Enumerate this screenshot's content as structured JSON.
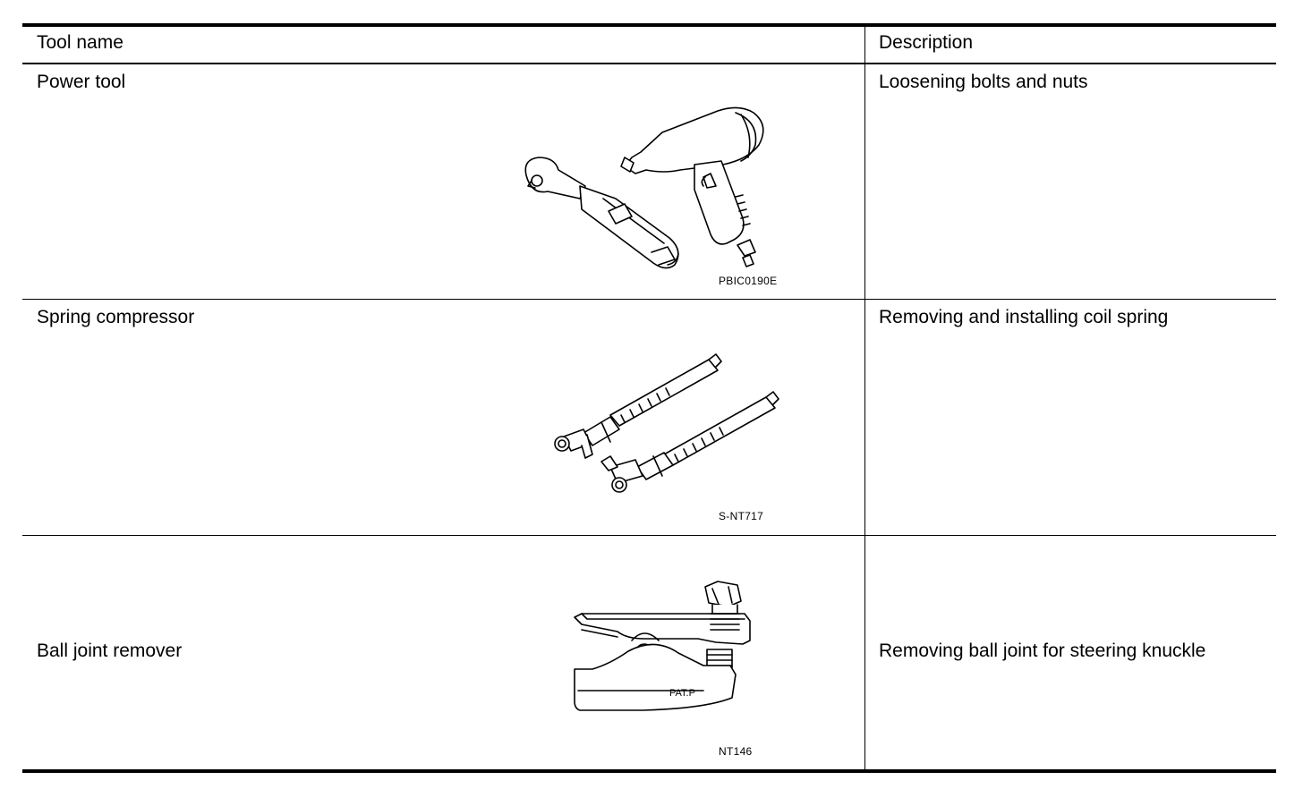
{
  "table": {
    "headers": {
      "tool_name": "Tool name",
      "description": "Description"
    },
    "rows": [
      {
        "tool_name": "Power tool",
        "description": "Loosening bolts and nuts",
        "figure_code": "PBIC0190E",
        "figure_icon": "power-tool-icon"
      },
      {
        "tool_name": "Spring compressor",
        "description": "Removing and installing coil spring",
        "figure_code": "S-NT717",
        "figure_icon": "spring-compressor-icon"
      },
      {
        "tool_name": "Ball joint remover",
        "description": "Removing ball joint for steering knuckle",
        "figure_code": "NT146",
        "figure_icon": "ball-joint-remover-icon",
        "figure_label": "PAT.P"
      }
    ]
  }
}
